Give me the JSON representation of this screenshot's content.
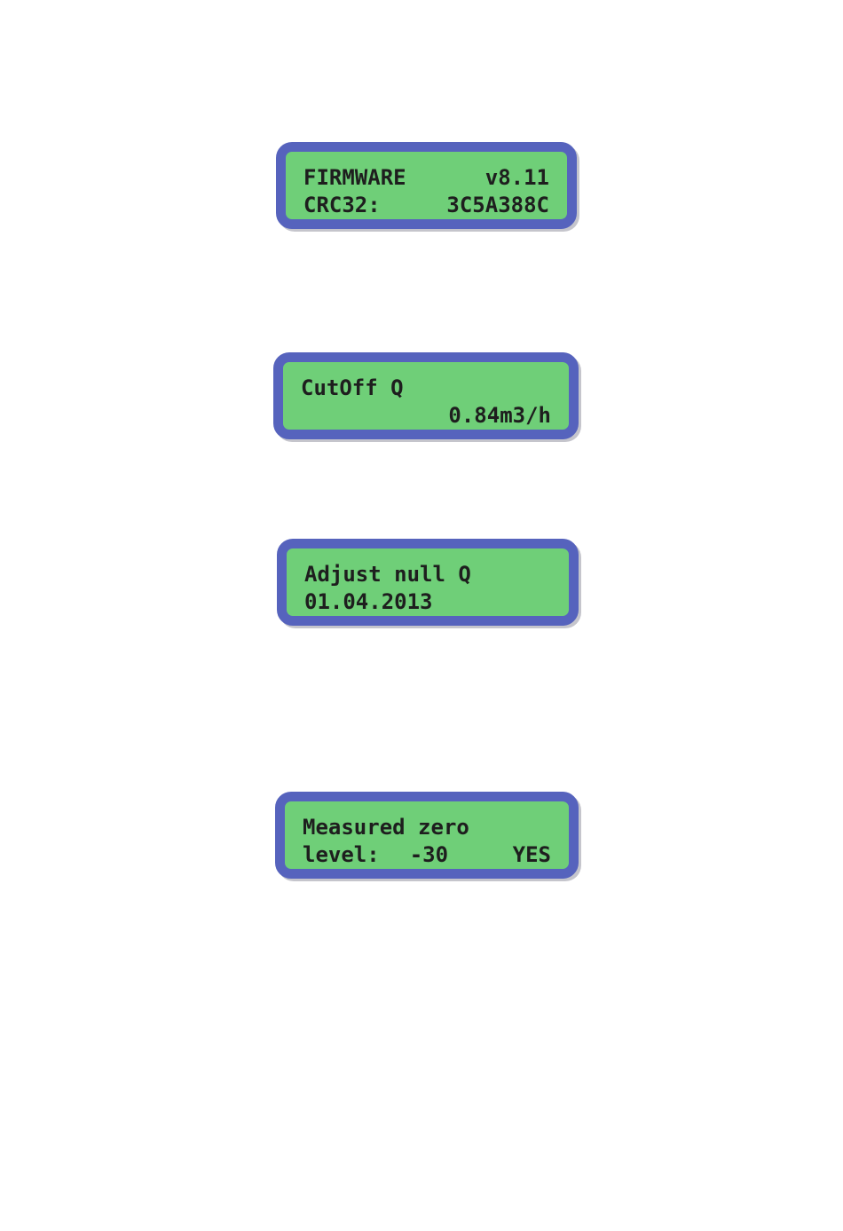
{
  "colors": {
    "lcd_background": "#6fcf78",
    "lcd_frame": "#5663bd",
    "lcd_text": "#1e1e1e"
  },
  "displays": {
    "firmware": {
      "line1_left": "FIRMWARE",
      "line1_right": "v8.11",
      "line2_left": "CRC32:",
      "line2_right": "3C5A388C"
    },
    "cutoff": {
      "line1_left": "CutOff Q",
      "line2_right": "0.84m3/h"
    },
    "adjust": {
      "line1_left": "Adjust null Q",
      "line2_left": "01.04.2013"
    },
    "measured": {
      "line1_left": "Measured zero",
      "line2_left": "level:",
      "line2_value": "-30",
      "line2_right": "YES"
    }
  }
}
